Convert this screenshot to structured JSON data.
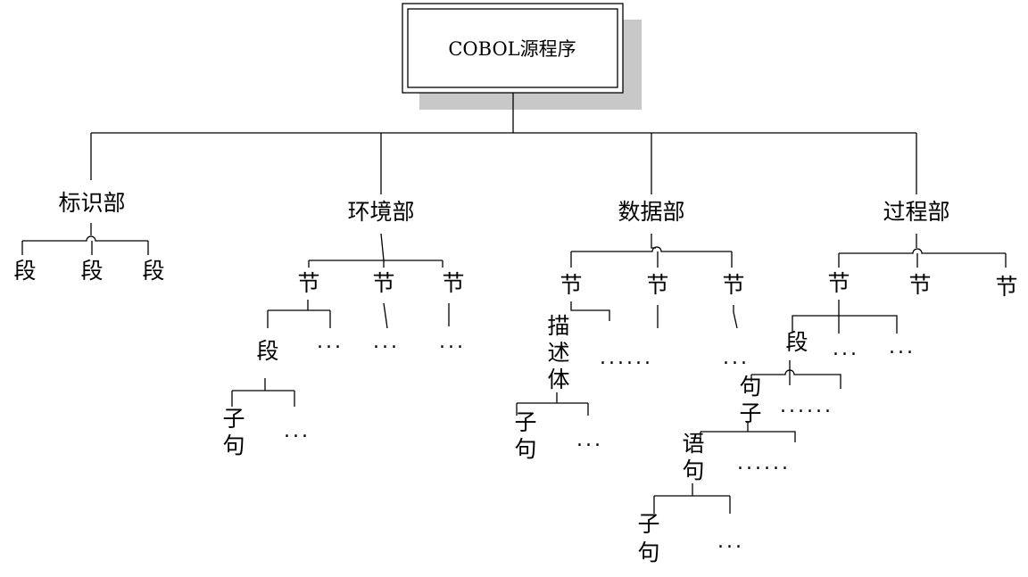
{
  "root": {
    "label": "COBOL源程序",
    "shadow_color": "#c8c8c8"
  },
  "divisions": {
    "identification": {
      "label": "标识部",
      "paragraphs": [
        "段",
        "段",
        "段"
      ]
    },
    "environment": {
      "label": "环境部",
      "sections": [
        "节",
        "节",
        "节"
      ],
      "paragraph": "段",
      "clause": [
        "子",
        "句"
      ],
      "ellipses": [
        "...",
        "...",
        "...",
        "..."
      ]
    },
    "data": {
      "label": "数据部",
      "sections": [
        "节",
        "节",
        "节"
      ],
      "entry": [
        "描",
        "述",
        "体"
      ],
      "clause": [
        "子",
        "句"
      ],
      "ellipses": [
        "......",
        "...",
        "..."
      ]
    },
    "procedure": {
      "label": "过程部",
      "sections": [
        "节",
        "节",
        "节"
      ],
      "paragraph": "段",
      "sentence": [
        "句",
        "子"
      ],
      "statement": [
        "语",
        "句"
      ],
      "clause": [
        "子",
        "句"
      ],
      "ellipses": [
        "...",
        "...",
        "......",
        "......",
        "..."
      ]
    }
  }
}
